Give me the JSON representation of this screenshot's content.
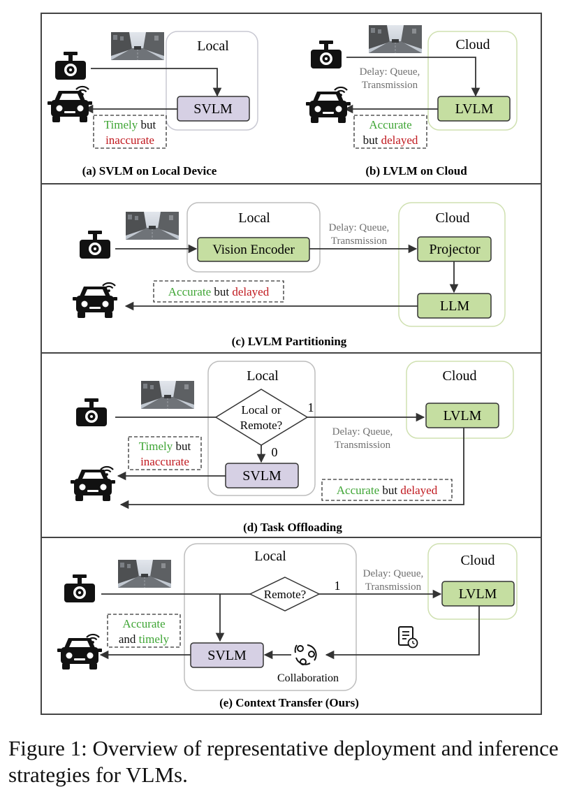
{
  "panels": {
    "a": {
      "title": "(a) SVLM on Local Device",
      "region_label": "Local",
      "model_label": "SVLM",
      "result": {
        "line1_green": "Timely",
        "line1_rest": " but",
        "line2_red": "inaccurate"
      }
    },
    "b": {
      "title": "(b) LVLM on Cloud",
      "region_label": "Cloud",
      "model_label": "LVLM",
      "delay_line1": "Delay: Queue,",
      "delay_line2": "Transmission",
      "result": {
        "line1_green": "Accurate",
        "line2_rest": "but ",
        "line2_red": "delayed"
      }
    },
    "c": {
      "title": "(c) LVLM Partitioning",
      "local_label": "Local",
      "cloud_label": "Cloud",
      "encoder_label": "Vision Encoder",
      "projector_label": "Projector",
      "llm_label": "LLM",
      "delay_line1": "Delay: Queue,",
      "delay_line2": "Transmission",
      "result": {
        "green": "Accurate",
        "mid": " but ",
        "red": "delayed"
      }
    },
    "d": {
      "title": "(d) Task Offloading",
      "local_label": "Local",
      "cloud_label": "Cloud",
      "decision_line1": "Local or",
      "decision_line2": "Remote?",
      "branch_remote": "1",
      "branch_local": "0",
      "svlm_label": "SVLM",
      "lvlm_label": "LVLM",
      "delay_line1": "Delay: Queue,",
      "delay_line2": "Transmission",
      "result_local": {
        "line1_green": "Timely",
        "line1_rest": " but",
        "line2_red": "inaccurate"
      },
      "result_remote": {
        "green": "Accurate",
        "mid": " but ",
        "red": "delayed"
      }
    },
    "e": {
      "title": "(e) Context Transfer (Ours)",
      "local_label": "Local",
      "cloud_label": "Cloud",
      "decision_label": "Remote?",
      "branch_remote": "1",
      "svlm_label": "SVLM",
      "lvlm_label": "LVLM",
      "delay_line1": "Delay: Queue,",
      "delay_line2": "Transmission",
      "collab_label": "Collaboration",
      "result": {
        "line1_green": "Accurate",
        "line2_rest": "and ",
        "line2_green": "timely"
      }
    }
  },
  "caption": "Figure 1: Overview of representative deployment and inference strategies for VLMs.",
  "colors": {
    "svlm_fill": "#d6d0e4",
    "lvlm_fill": "#c5dea1",
    "local_border": "#bdbdbd",
    "cloud_border": "#cfe0b0",
    "green_text": "#3fa535",
    "red_text": "#c0181e",
    "gray_text": "#6f6f6f"
  },
  "icons": [
    "camera-icon",
    "car-icon",
    "street-image-icon",
    "context-document-icon",
    "collaboration-icon"
  ]
}
